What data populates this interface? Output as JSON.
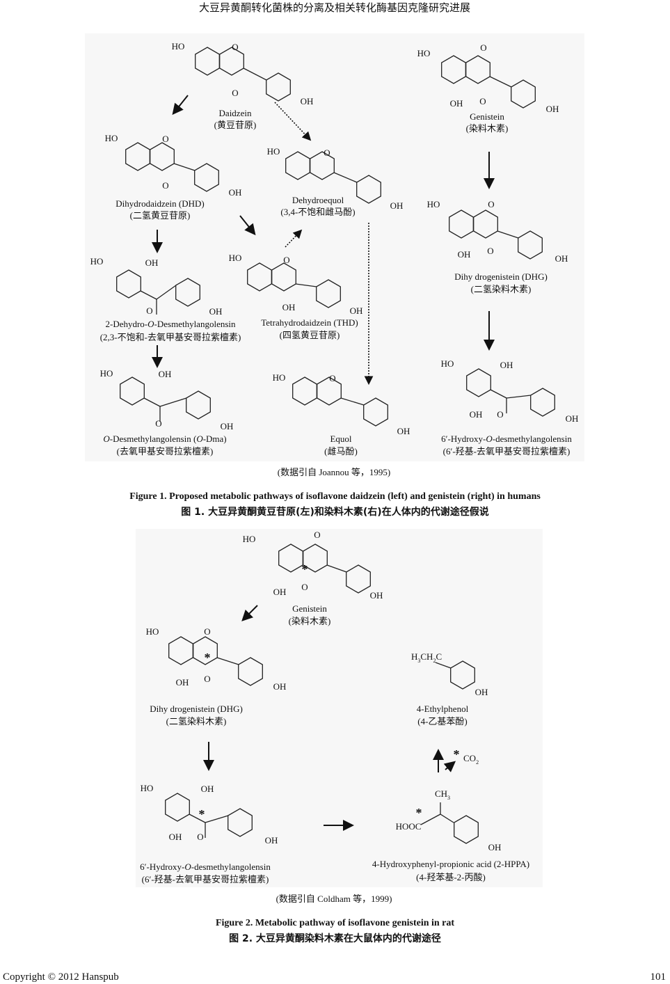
{
  "header": {
    "title": "大豆异黄酮转化菌株的分离及相关转化酶基因克隆研究进展"
  },
  "figure1": {
    "daidzein": {
      "atoms": [
        "HO",
        "O",
        "O",
        "OH"
      ],
      "name": "Daidzein",
      "cn": "(黄豆苷原)"
    },
    "genistein": {
      "atoms": [
        "HO",
        "O",
        "OH",
        "O",
        "OH"
      ],
      "name": "Genistein",
      "cn": "(染料木素)"
    },
    "dhd": {
      "atoms": [
        "HO",
        "O",
        "O",
        "OH"
      ],
      "name": "Dihydrodaidzein (DHD)",
      "cn": "(二氢黄豆苷原)"
    },
    "dehydroequol": {
      "atoms": [
        "HO",
        "O",
        "OH"
      ],
      "name": "Dehydroequol",
      "cn": "(3,4-不饱和雌马酚)"
    },
    "dhg": {
      "atoms": [
        "HO",
        "O",
        "OH",
        "O",
        "OH"
      ],
      "name": "Dihy drogenistein (DHG)",
      "cn": "(二氢染料木素)"
    },
    "dehydro_odma": {
      "atoms": [
        "HO",
        "OH",
        "O",
        "OH"
      ],
      "name_pre": "2-Dehydro-",
      "name_it": "O",
      "name_post": "-Desmethylangolensin",
      "cn": "(2,3-不饱和-去氧甲基安哥拉紫檀素)"
    },
    "thd": {
      "atoms": [
        "HO",
        "O",
        "OH",
        "OH"
      ],
      "name": "Tetrahydrodaidzein (THD)",
      "cn": "(四氢黄豆苷原)"
    },
    "odma": {
      "atoms": [
        "HO",
        "OH",
        "O",
        "OH"
      ],
      "name_it1": "O",
      "name_mid": "-Desmethylangolensin (",
      "name_it2": "O",
      "name_post": "-Dma)",
      "cn": "(去氧甲基安哥拉紫檀素)"
    },
    "equol": {
      "atoms": [
        "HO",
        "O",
        "OH"
      ],
      "name": "Equol",
      "cn": "(雌马酚)"
    },
    "hodma": {
      "atoms": [
        "HO",
        "OH",
        "OH",
        "O",
        "OH"
      ],
      "name_pre": "6′-Hydroxy-",
      "name_it": "O",
      "name_post": "-desmethylangolensin",
      "cn": "(6′-羟基-去氧甲基安哥拉紫檀素)"
    },
    "citation": "(数据引自 Joannou 等，1995)",
    "caption_en": "Figure 1. Proposed metabolic pathways of isoflavone daidzein (left) and genistein (right) in humans",
    "caption_cn": "图 1.  大豆异黄酮黄豆苷原(左)和染料木素(右)在人体内的代谢途径假说"
  },
  "figure2": {
    "genistein": {
      "atoms": [
        "HO",
        "O",
        "OH",
        "O",
        "OH"
      ],
      "star": "*",
      "name": "Genistein",
      "cn": "(染料木素)"
    },
    "dhg": {
      "atoms": [
        "HO",
        "O",
        "OH",
        "O",
        "OH"
      ],
      "star": "*",
      "name": "Dihy drogenistein (DHG)",
      "cn": "(二氢染料木素)"
    },
    "ethylphenol": {
      "atoms": [
        "H",
        "3",
        "CH",
        "2",
        "C",
        "OH"
      ],
      "name": "4-Ethylphenol",
      "cn": "(4-乙基苯酚)"
    },
    "co2": {
      "star": "*",
      "text": "CO",
      "sub": "2"
    },
    "hodma": {
      "atoms": [
        "HO",
        "OH",
        "OH",
        "O",
        "OH"
      ],
      "star": "*",
      "name_pre": "6′-Hydroxy-",
      "name_it": "O",
      "name_post": "-desmethylangolensin",
      "cn": "(6′-羟基-去氧甲基安哥拉紫檀素)"
    },
    "hppa": {
      "atoms": [
        "CH",
        "3",
        "HOOC",
        "OH"
      ],
      "star": "*",
      "name": "4-Hydroxyphenyl-propionic acid (2-HPPA)",
      "cn": "(4-羟苯基-2-丙酸)"
    },
    "citation": "(数据引自 Coldham 等，1999)",
    "caption_en": "Figure 2. Metabolic pathway of isoflavone genistein in rat",
    "caption_cn": "图 2.  大豆异黄酮染料木素在大鼠体内的代谢途径"
  },
  "footer": {
    "copyright": "Copyright © 2012 Hanspub",
    "page": "101"
  }
}
